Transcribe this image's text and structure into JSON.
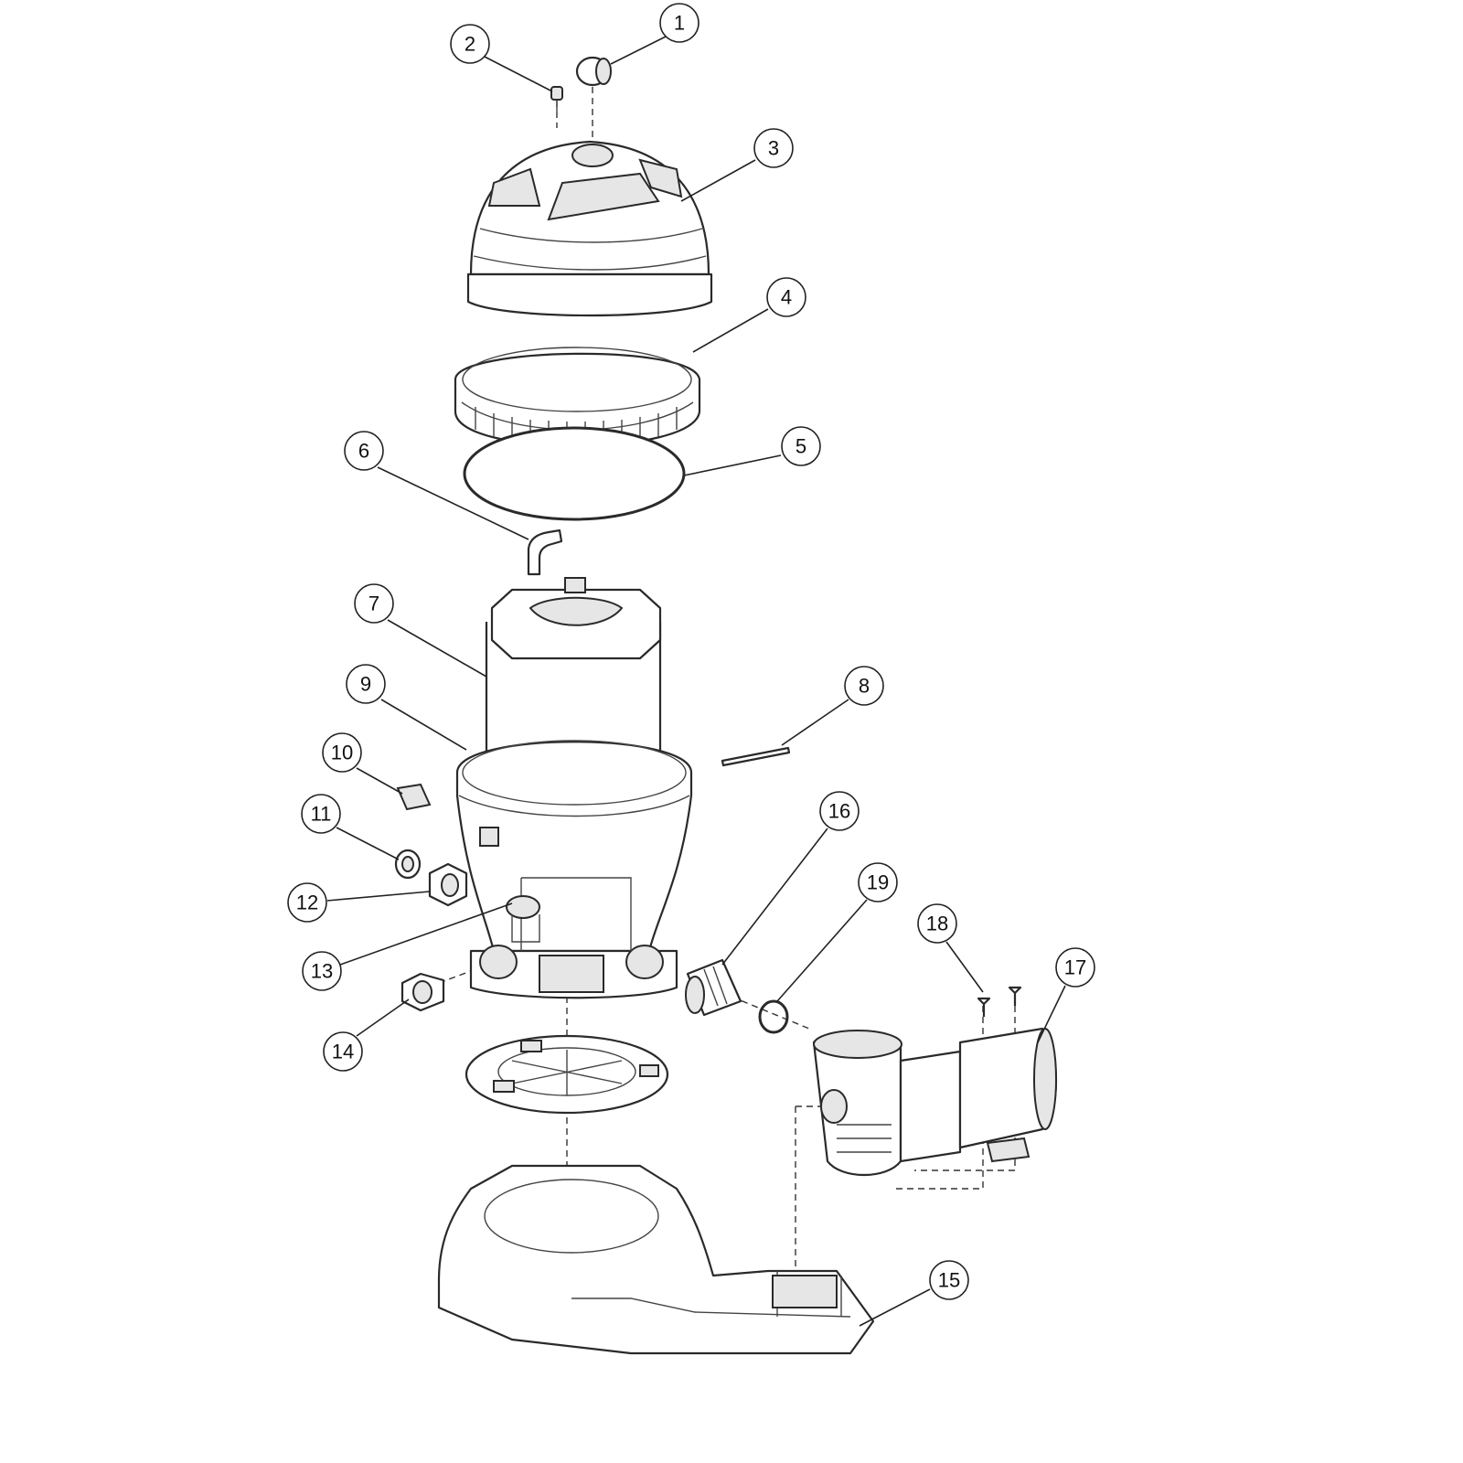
{
  "diagram": {
    "type": "exploded-parts-diagram",
    "callouts": [
      "1",
      "2",
      "3",
      "4",
      "5",
      "6",
      "7",
      "8",
      "9",
      "10",
      "11",
      "12",
      "13",
      "14",
      "15",
      "16",
      "17",
      "18",
      "19"
    ]
  },
  "colors": {
    "line": "#2a2a2a",
    "shade": "#e6e6e6",
    "background": "#ffffff"
  }
}
